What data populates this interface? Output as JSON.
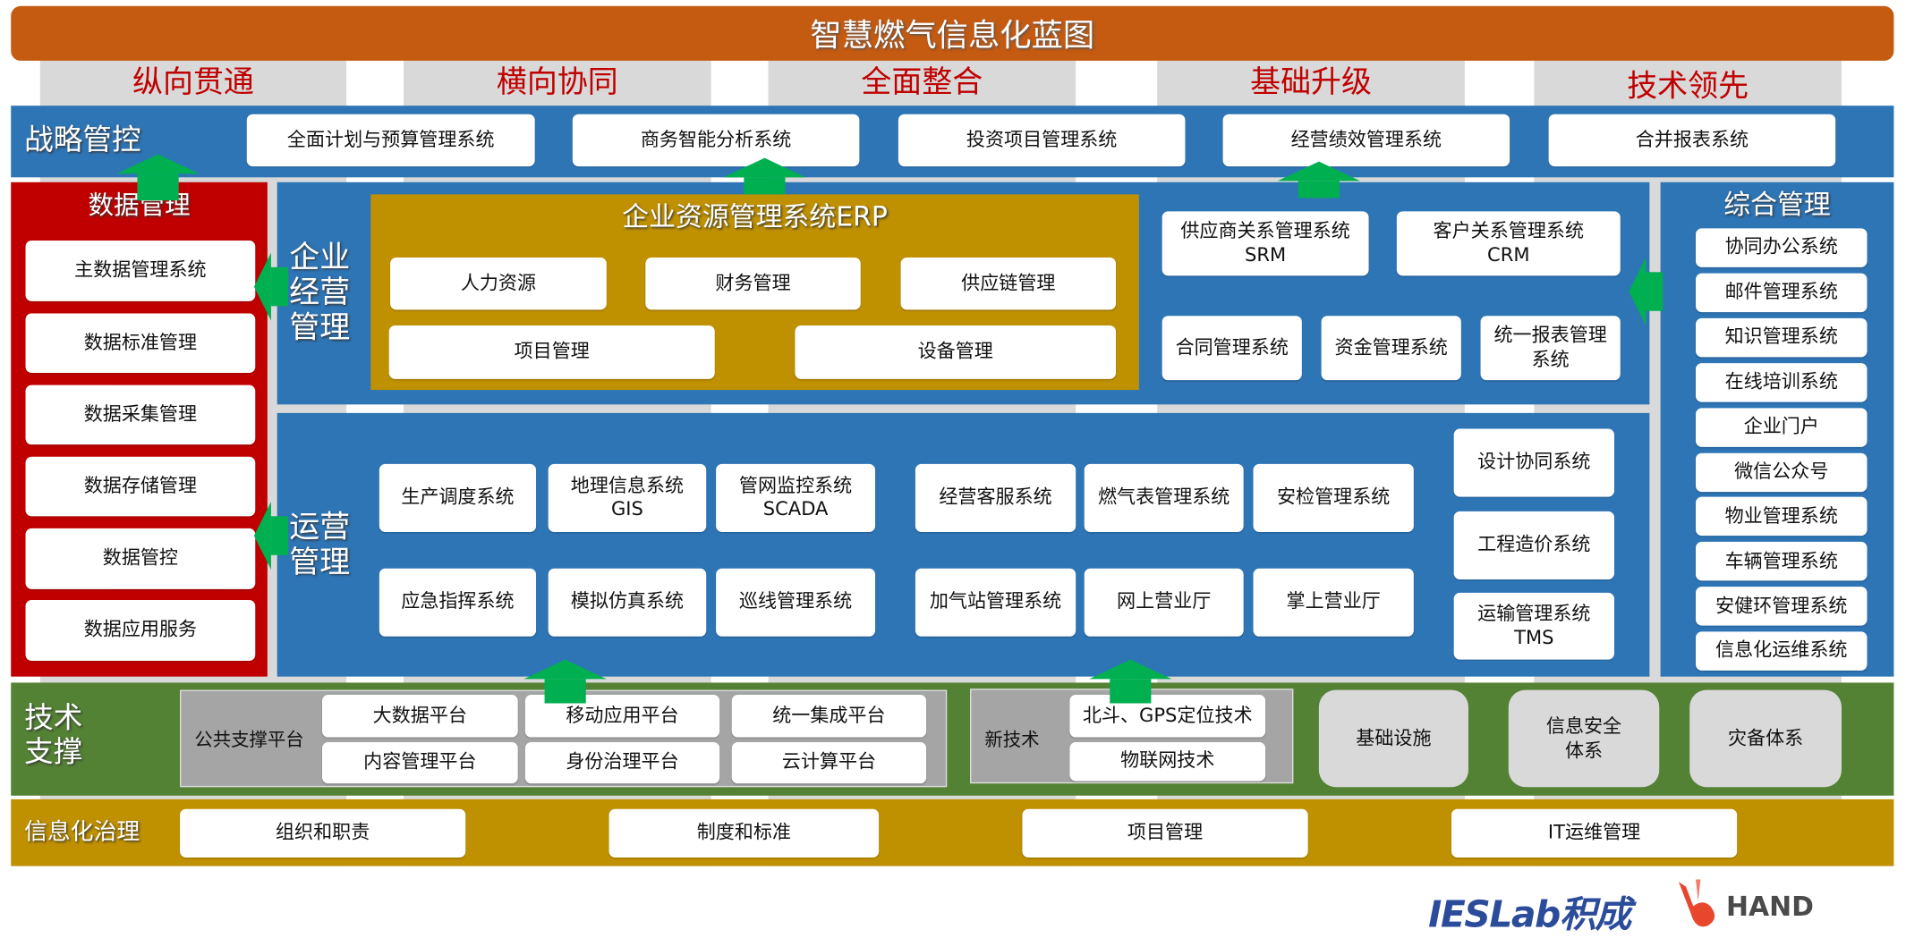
{
  "title": "智慧燃气信息化蓝图",
  "pillars": [
    "纵向贯通",
    "横向协同",
    "全面整合",
    "基础升级",
    "技术领先"
  ],
  "strategy": {
    "label": "战略管控",
    "items": [
      "全面计划与预算管理系统",
      "商务智能分析系统",
      "投资项目管理系统",
      "经营绩效管理系统",
      "合并报表系统"
    ]
  },
  "data_mgmt": {
    "label": "数据管理",
    "items": [
      "主数据管理系统",
      "数据标准管理",
      "数据采集管理",
      "数据存储管理",
      "数据管控",
      "数据应用服务"
    ]
  },
  "enterprise": {
    "label": "企业经营管理",
    "erp_title": "企业资源管理系统ERP",
    "erp_items": [
      "人力资源",
      "财务管理",
      "供应链管理",
      "项目管理",
      "设备管理"
    ],
    "srm": [
      "供应商关系管理系统",
      "SRM"
    ],
    "crm": [
      "客户关系管理系统",
      "CRM"
    ],
    "others": [
      "合同管理系统",
      "资金管理系统",
      "统一报表管理系统"
    ]
  },
  "operations": {
    "label": "运营管理",
    "group1": [
      "生产调度系统",
      "地理信息系统 GIS",
      "管网监控系统 SCADA",
      "应急指挥系统",
      "模拟仿真系统",
      "巡线管理系统"
    ],
    "group2": [
      "经营客服系统",
      "燃气表管理系统",
      "安检管理系统",
      "加气站管理系统",
      "网上营业厅",
      "掌上营业厅"
    ],
    "group3": [
      "设计协同系统",
      "工程造价系统",
      "运输管理系统 TMS"
    ]
  },
  "integrated": {
    "label": "综合管理",
    "items": [
      "协同办公系统",
      "邮件管理系统",
      "知识管理系统",
      "在线培训系统",
      "企业门户",
      "微信公众号",
      "物业管理系统",
      "车辆管理系统",
      "安健环管理系统",
      "信息化运维系统"
    ]
  },
  "tech": {
    "label": "技术支撑",
    "public_label": "公共支撑平台",
    "public_items": [
      "大数据平台",
      "移动应用平台",
      "统一集成平台",
      "内容管理平台",
      "身份治理平台",
      "云计算平台"
    ],
    "new_label": "新技术",
    "new_items": [
      "北斗、GPS定位技术",
      "物联网技术"
    ],
    "others": [
      "基础设施",
      "信息安全体系",
      "灾备体系"
    ]
  },
  "governance": {
    "label": "信息化治理",
    "items": [
      "组织和职责",
      "制度和标准",
      "项目管理",
      "IT运维管理"
    ]
  },
  "logos": {
    "ieslab": "IESLab积成",
    "hand": "HAND"
  }
}
